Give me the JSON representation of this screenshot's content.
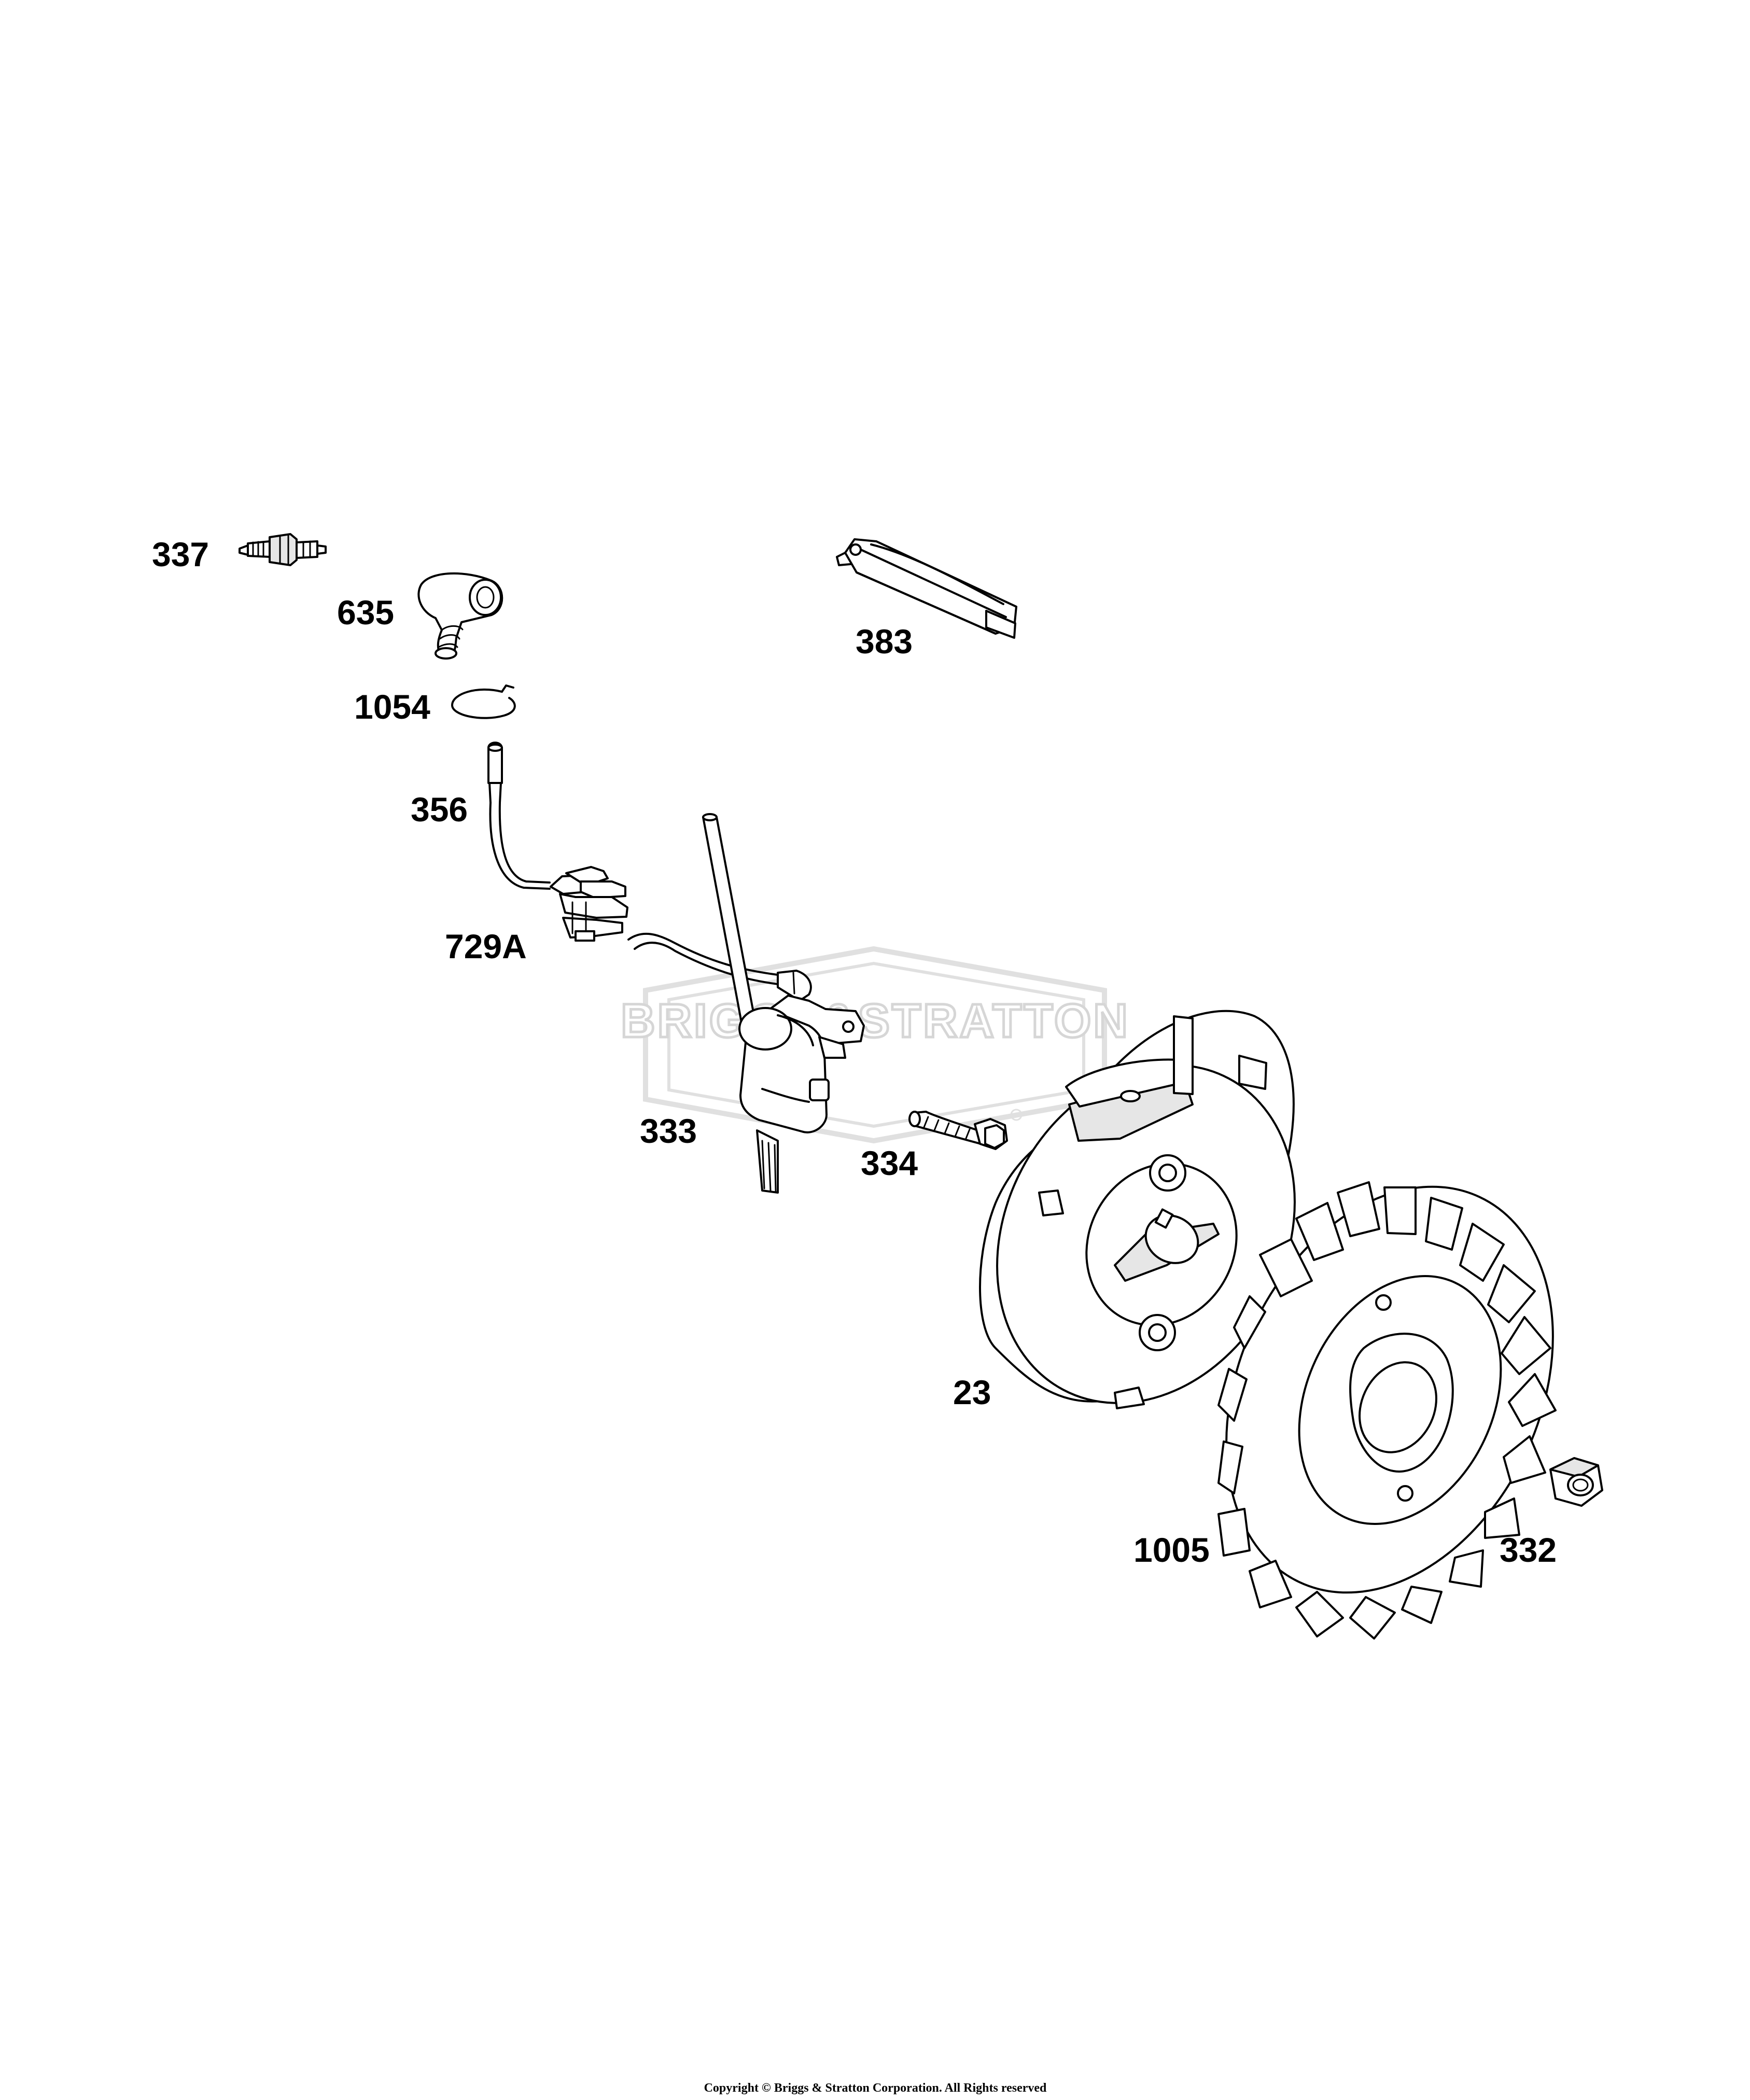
{
  "parts": {
    "p337": "337",
    "p635": "635",
    "p383": "383",
    "p1054": "1054",
    "p356": "356",
    "p729a": "729A",
    "p333": "333",
    "p334": "334",
    "p23": "23",
    "p1005": "1005",
    "p332": "332"
  },
  "watermark": "BRIGGS&STRATTON",
  "copyright": "Copyright © Briggs & Stratton Corporation. All Rights reserved",
  "colors": {
    "line": "#000000",
    "background": "#ffffff",
    "watermark": "#d6d6d6"
  }
}
